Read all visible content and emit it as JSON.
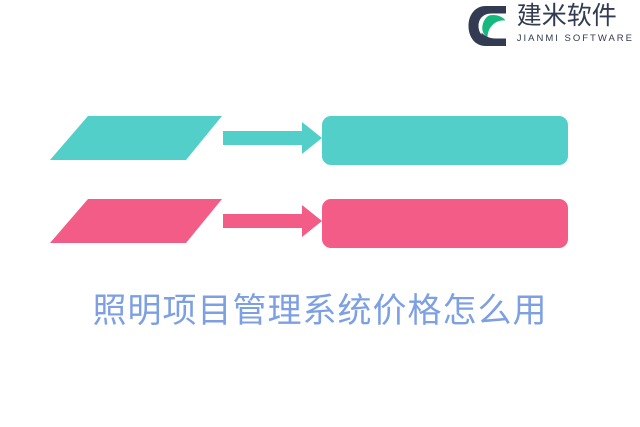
{
  "brand": {
    "name_cn": "建米软件",
    "name_en": "JIANMI SOFTWARE",
    "logo_icon": "jianmi-leaf-logo-icon",
    "mark_dark_color": "#333b52",
    "mark_green_color": "#16b87f"
  },
  "diagram": {
    "rows": [
      {
        "id": "teal",
        "color": "#53cfc9",
        "parallelogram": "parallelogram-shape",
        "arrow": "arrow-right-icon",
        "rounded_box": "rounded-bar-shape"
      },
      {
        "id": "pink",
        "color": "#f25c87",
        "parallelogram": "parallelogram-shape",
        "arrow": "arrow-right-icon",
        "rounded_box": "rounded-bar-shape"
      }
    ]
  },
  "title": {
    "text": "照明项目管理系统价格怎么用",
    "color": "#7d9fe4"
  },
  "background": {
    "color": "#ffffff"
  }
}
